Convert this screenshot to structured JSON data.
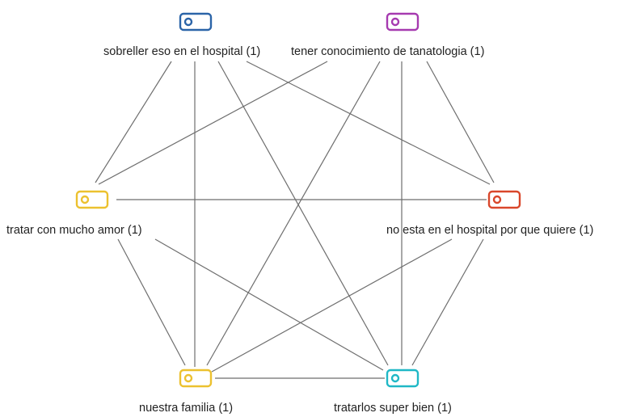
{
  "diagram": {
    "type": "network",
    "nodes": [
      {
        "id": "n1",
        "label": "sobreller eso en el hospital  (1)",
        "color": "#2b64a8",
        "icon": "tag-icon"
      },
      {
        "id": "n2",
        "label": "tener conocimiento de tanatologia  (1)",
        "color": "#a63ab0",
        "icon": "tag-icon"
      },
      {
        "id": "n3",
        "label": "tratar con mucho amor  (1)",
        "color": "#ecc12f",
        "icon": "tag-icon"
      },
      {
        "id": "n4",
        "label": "no esta en el hospital por que quiere (1)",
        "color": "#d9472b",
        "icon": "tag-icon"
      },
      {
        "id": "n5",
        "label": "nuestra familia  (1)",
        "color": "#ecc12f",
        "icon": "tag-icon"
      },
      {
        "id": "n6",
        "label": "tratarlos super bien (1)",
        "color": "#1fb8c6",
        "icon": "tag-icon"
      }
    ],
    "edges": [
      [
        "n1",
        "n3"
      ],
      [
        "n1",
        "n4"
      ],
      [
        "n1",
        "n5"
      ],
      [
        "n1",
        "n6"
      ],
      [
        "n2",
        "n3"
      ],
      [
        "n2",
        "n4"
      ],
      [
        "n2",
        "n5"
      ],
      [
        "n2",
        "n6"
      ],
      [
        "n3",
        "n4"
      ],
      [
        "n3",
        "n5"
      ],
      [
        "n3",
        "n6"
      ],
      [
        "n4",
        "n5"
      ],
      [
        "n4",
        "n6"
      ],
      [
        "n5",
        "n6"
      ]
    ]
  }
}
